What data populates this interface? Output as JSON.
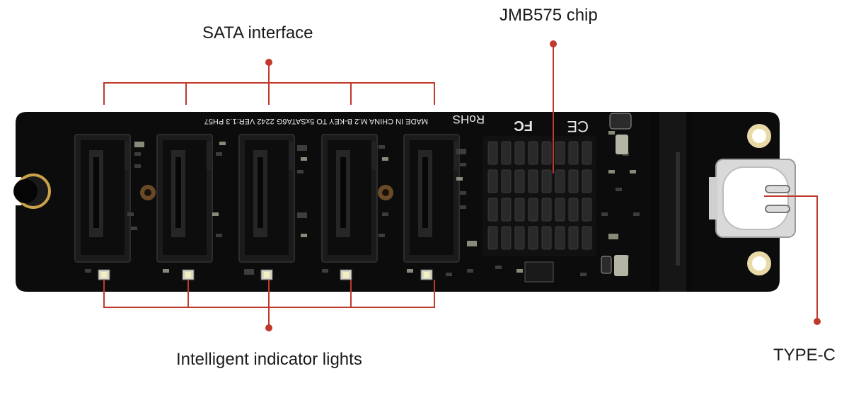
{
  "callouts": {
    "sata_interface": "SATA interface",
    "chip": "JMB575 chip",
    "indicator_lights": "Intelligent indicator lights",
    "type_c": "TYPE-C"
  },
  "board": {
    "silkscreen_top": "MADE IN CHINA   M.2 B-KEY TO 5xSATA6G   2242   VER:1.3   PH57",
    "rohs_mark": "RoHS",
    "fc_mark": "FC",
    "ce_mark": "CE",
    "sata_port_count": 5,
    "led_count": 5
  },
  "colors": {
    "callout_line": "#c0392b",
    "pcb": "#0c0c0c",
    "connector": "#1b1b1b",
    "heatsink": "#151515",
    "type_c_metal": "#d9d9d9",
    "gold_pad": "#e8d9a6"
  }
}
